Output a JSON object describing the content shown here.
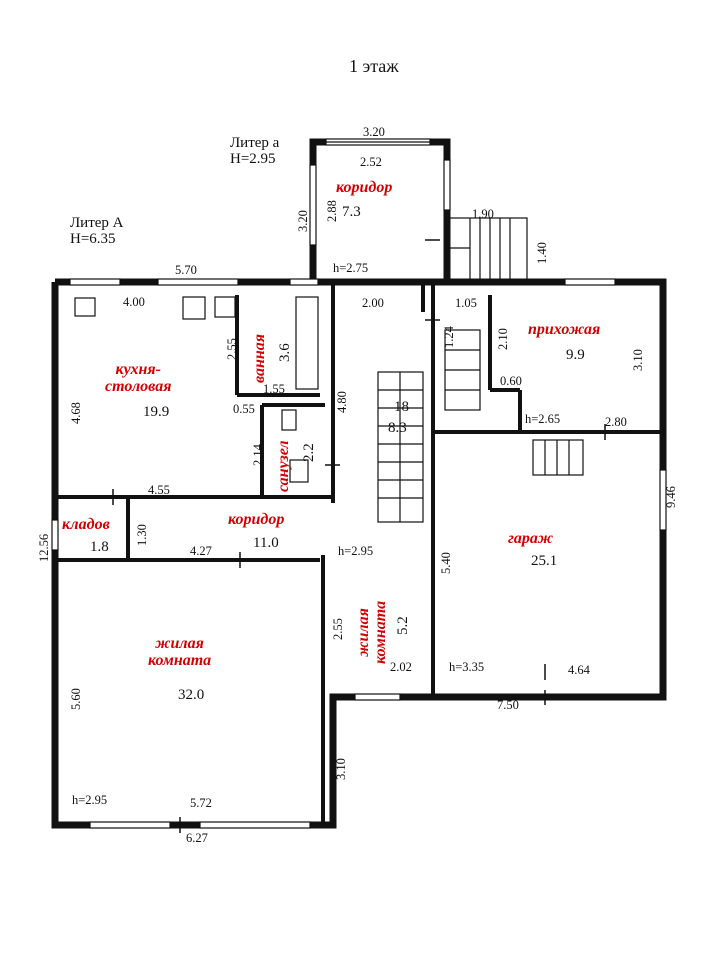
{
  "title": "1 этаж",
  "liter_a_small": {
    "name": "Литер а",
    "height": "H=2.95"
  },
  "liter_A_big": {
    "name": "Литер А",
    "height": "H=6.35"
  },
  "rooms": {
    "corridor_top": {
      "name": "коридор",
      "area": "7.3"
    },
    "kitchen": {
      "name_line1": "кухня-",
      "name_line2": "столовая",
      "area": "19.9"
    },
    "bathroom": {
      "name": "ванная",
      "area": "3.6"
    },
    "wc": {
      "name": "санузел",
      "area": "2.2"
    },
    "stairs": {
      "num": "18",
      "area": "8.3"
    },
    "hall": {
      "name": "прихожая",
      "area": "9.9"
    },
    "garage": {
      "name": "гараж",
      "area": "25.1"
    },
    "pantry": {
      "name": "кладов",
      "area": "1.8"
    },
    "corridor_main": {
      "name": "коридор",
      "area": "11.0"
    },
    "living_small": {
      "name_line1": "жилая",
      "name_line2": "комната",
      "area": "5.2"
    },
    "living_big": {
      "name_line1": "жилая",
      "name_line2": "комната",
      "area": "32.0"
    }
  },
  "dimensions": {
    "d_3_20_top": "3.20",
    "d_2_52": "2.52",
    "d_3_20_side": "3.20",
    "d_2_88": "2.88",
    "d_1_90": "1.90",
    "d_1_40": "1.40",
    "d_5_70": "5.70",
    "h_2_75": "h=2.75",
    "d_4_00": "4.00",
    "d_2_00": "2.00",
    "d_1_05": "1.05",
    "d_2_55_bath": "2.55",
    "d_1_24": "1.24",
    "d_2_10": "2.10",
    "d_3_10_hall": "3.10",
    "d_4_68": "4.68",
    "d_4_80": "4.80",
    "d_1_55": "1.55",
    "d_0_60": "0.60",
    "d_0_55": "0.55",
    "h_2_65": "h=2.65",
    "d_2_80": "2.80",
    "d_2_14": "2.14",
    "d_9_46": "9.46",
    "d_4_55": "4.55",
    "d_12_56": "12.56",
    "d_1_30": "1.30",
    "d_4_27": "4.27",
    "h_2_95_mid": "h=2.95",
    "d_5_40": "5.40",
    "d_2_55_living": "2.55",
    "d_2_02": "2.02",
    "h_3_35": "h=3.35",
    "d_4_64": "4.64",
    "d_7_50": "7.50",
    "d_5_60": "5.60",
    "d_3_10_living": "3.10",
    "h_2_95_bottom": "h=2.95",
    "d_5_72": "5.72",
    "d_6_27": "6.27"
  }
}
